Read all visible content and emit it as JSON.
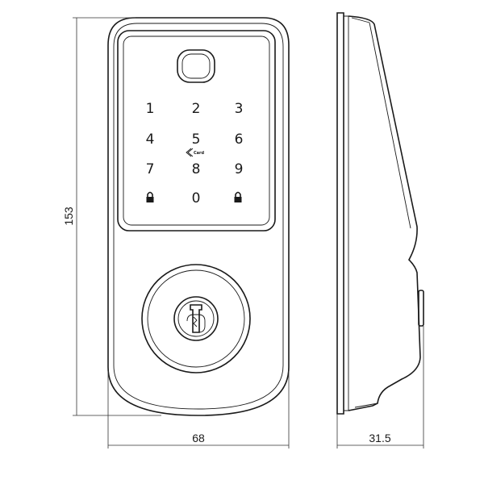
{
  "keypad": {
    "key_1": "1",
    "key_2": "2",
    "key_3": "3",
    "key_4": "4",
    "key_5": "5",
    "key_6": "6",
    "key_7": "7",
    "key_8": "8",
    "key_9": "9",
    "key_0": "0",
    "lock_left_icon": "padlock-icon",
    "lock_right_icon": "padlock-icon",
    "fingerprint_icon": "fingerprint-sensor-icon",
    "card_logo_text": "Card"
  },
  "dimensions": {
    "height_label": "153",
    "width_label": "68",
    "depth_label": "31.5"
  },
  "colors": {
    "line": "#1a1a1a",
    "background": "#ffffff"
  }
}
